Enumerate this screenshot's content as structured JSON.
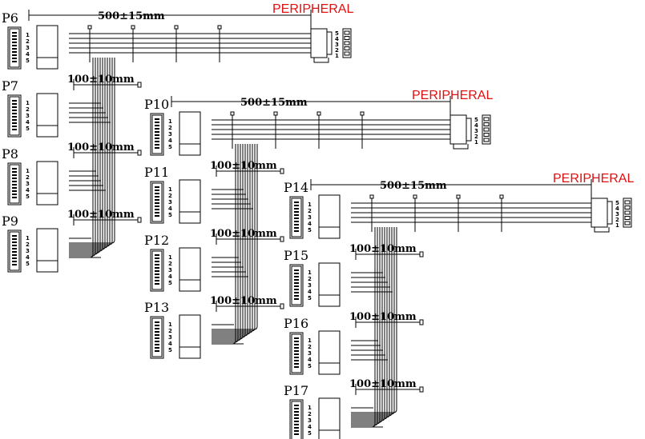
{
  "colors": {
    "peripheral_text": "#e01010",
    "line": "#000000"
  },
  "harnesses": [
    {
      "id": "h1",
      "length_label": "500±15mm",
      "peripheral_label": "PERIPHERAL",
      "connectors": [
        {
          "label": "P6",
          "spacing_label": ""
        },
        {
          "label": "P7",
          "spacing_label": "100±10mm"
        },
        {
          "label": "P8",
          "spacing_label": "100±10mm"
        },
        {
          "label": "P9",
          "spacing_label": "100±10mm"
        }
      ],
      "left_pins": [
        "1",
        "2",
        "3",
        "4",
        "5"
      ],
      "right_pins": [
        "5",
        "4",
        "3",
        "2",
        "1"
      ]
    },
    {
      "id": "h2",
      "length_label": "500±15mm",
      "peripheral_label": "PERIPHERAL",
      "connectors": [
        {
          "label": "P10",
          "spacing_label": ""
        },
        {
          "label": "P11",
          "spacing_label": "100±10mm"
        },
        {
          "label": "P12",
          "spacing_label": "100±10mm"
        },
        {
          "label": "P13",
          "spacing_label": "100±10mm"
        }
      ],
      "left_pins": [
        "1",
        "2",
        "3",
        "4",
        "5"
      ],
      "right_pins": [
        "5",
        "4",
        "3",
        "2",
        "1"
      ]
    },
    {
      "id": "h3",
      "length_label": "500±15mm",
      "peripheral_label": "PERIPHERAL",
      "connectors": [
        {
          "label": "P14",
          "spacing_label": ""
        },
        {
          "label": "P15",
          "spacing_label": "100±10mm"
        },
        {
          "label": "P16",
          "spacing_label": "100±10mm"
        },
        {
          "label": "P17",
          "spacing_label": "100±10mm"
        }
      ],
      "left_pins": [
        "1",
        "2",
        "3",
        "4",
        "5"
      ],
      "right_pins": [
        "5",
        "4",
        "3",
        "2",
        "1"
      ]
    }
  ]
}
